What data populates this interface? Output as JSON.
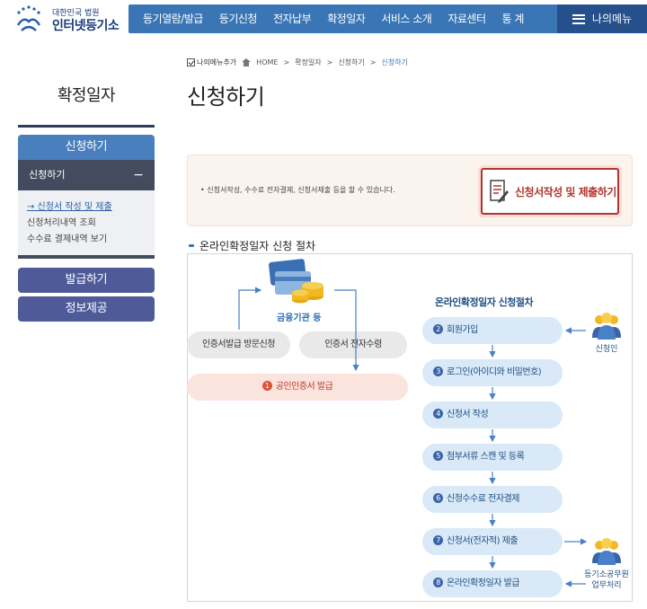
{
  "brand": {
    "sub": "대한민국 법원",
    "name": "인터넷등기소"
  },
  "gnb": {
    "items": [
      "등기열람/발급",
      "등기신청",
      "전자납부",
      "확정일자",
      "서비스 소개",
      "자료센터",
      "통 계"
    ],
    "my_menu": "나의메뉴"
  },
  "sidebar": {
    "title": "확정일자",
    "section_button": "신청하기",
    "sub_header": "신청하기",
    "collapse_symbol": "−",
    "links": [
      {
        "label": "→ 신청서 작성 및 제출",
        "active": true
      },
      {
        "label": "신청처리내역 조회",
        "active": false
      },
      {
        "label": "수수료 결제내역 보기",
        "active": false
      }
    ],
    "issue_button": "발급하기",
    "info_button": "정보제공"
  },
  "breadcrumb": {
    "add_label": "나의메뉴추가",
    "path": [
      "HOME",
      "확정일자",
      "신청하기"
    ],
    "current": "신청하기"
  },
  "page_title": "신청하기",
  "notice": {
    "text": "• 신청서작성, 수수료 전자결제, 신청서제출 등을 할 수 있습니다.",
    "submit_button": "신청서작성 및 제출하기"
  },
  "procedure": {
    "section_title": "온라인확정일자 신청 절차",
    "finance_label": "금융기관 등",
    "cert_visit": "인증서발급 방문신청",
    "cert_receive": "인증서 전자수령",
    "public_cert": {
      "num": "1",
      "label": "공인인증서 발급"
    },
    "right_title": "온라인확정일자 신청절차",
    "steps": [
      {
        "num": "2",
        "label": "회원가입"
      },
      {
        "num": "3",
        "label": "로그인(아이디와 비밀번호)"
      },
      {
        "num": "4",
        "label": "신청서 작성"
      },
      {
        "num": "5",
        "label": "첨부서류 스캔 및 등록"
      },
      {
        "num": "6",
        "label": "신청수수료 전자결제"
      },
      {
        "num": "7",
        "label": "신청서(전자적) 제출"
      },
      {
        "num": "8",
        "label": "온라인확정일자 발급"
      }
    ],
    "applicant_label": "신청인",
    "officer_label_1": "등기소공무원",
    "officer_label_2": "업무처리"
  },
  "colors": {
    "gnb": "#3a75b5",
    "gnb_dark": "#26508b",
    "accent_red": "#b1342c",
    "sidebar_purple": "#4f5b99"
  }
}
